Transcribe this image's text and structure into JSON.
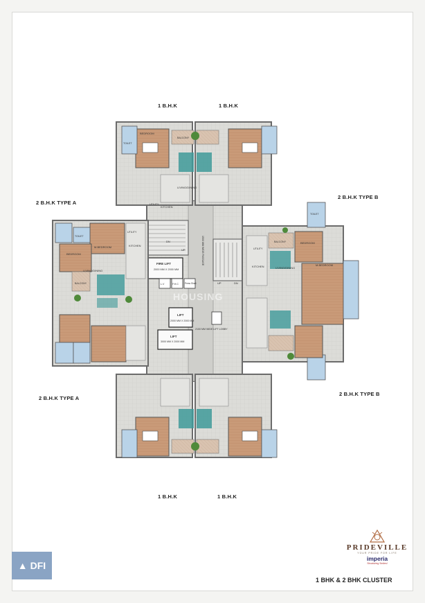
{
  "labels": {
    "top_left_unit": "1 B.H.K",
    "top_right_unit": "1 B.H.K",
    "bottom_left_unit": "1 B.H.K",
    "bottom_right_unit": "1 B.H.K",
    "left_top_unit": "2 B.H.K TYPE A",
    "left_bottom_unit": "2 B.H.K TYPE A",
    "right_top_unit": "2 B.H.K TYPE B",
    "right_bottom_unit": "2 B.H.K TYPE B"
  },
  "rooms": {
    "fire_lift": "FIRE LIFT",
    "fire_lift_size": "2000 MM X 2000 MM",
    "lift_1": "LIFT",
    "lift_1_size": "2000 MM X 2000 MM",
    "lift_2": "LIFT",
    "lift_2_size": "3000 MM X 2000 MM",
    "lift_lobby": "2100 MM WIDE LIFT LOBBY",
    "passage": "1500 MM WIDE PASSAGE",
    "living_dining": "LIVING/DINING",
    "kitchen": "KITCHEN",
    "bedroom": "BEDROOM",
    "m_bedroom": "M.BEDROOM",
    "toilet": "TOILET",
    "balcony": "BALCONY",
    "utility": "UTILITY",
    "lv": "L.V",
    "fhc": "F.H.C",
    "press_shaft": "Press Shaft",
    "dn": "DN",
    "up": "UP"
  },
  "brand": {
    "name": "PRIDEVILLE",
    "tagline": "YOUR PRIDE FOR LIFE",
    "developer": "imperia",
    "developer_tagline": "Structuring Smiles!",
    "cluster_title": "1  BHK & 2 BHK CLUSTER",
    "dfi": "DFI",
    "watermark": "HOUSING"
  },
  "colors": {
    "floor_tile": "#d8d8d4",
    "wood_floor": "#c99a78",
    "wall": "#6b6b6b",
    "water": "#3f9a9a",
    "plant": "#4f8a3a",
    "toilet": "#b9d3e8",
    "core": "#bfbfbb"
  }
}
